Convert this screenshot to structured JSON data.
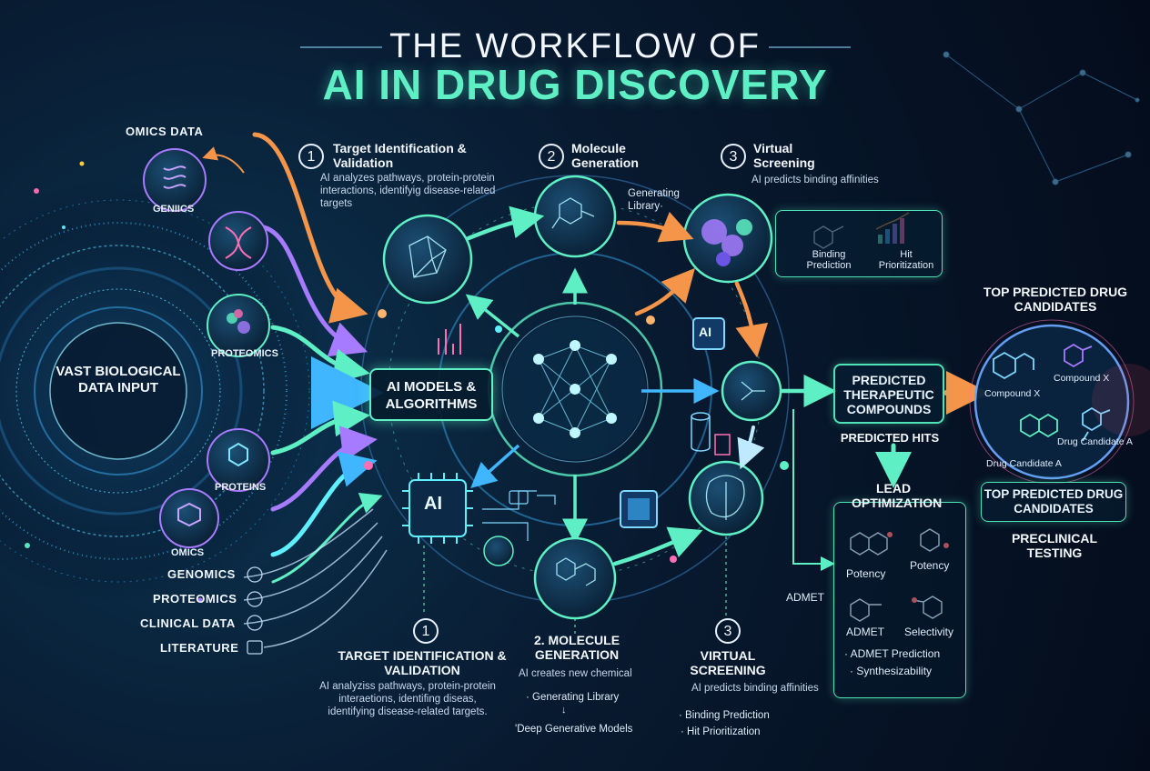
{
  "title": {
    "line1": "THE WORKFLOW OF",
    "line2": "AI IN DRUG DISCOVERY"
  },
  "input": {
    "label": "VAST BIOLOGICAL DATA INPUT"
  },
  "sources": {
    "top": "OMICS DATA",
    "nodes": [
      "GENIICS",
      "PROTEOMICS",
      "PROTEINS",
      "OMICS"
    ],
    "list": [
      "GENOMICS",
      "PROTEOMICS",
      "CLINICAL DATA",
      "LITERATURE"
    ]
  },
  "center": {
    "label": "AI MODELS & ALGORITHMS",
    "chip_label": "AI"
  },
  "steps_top": [
    {
      "num": "1",
      "title": "Target Identification & Validation",
      "desc": "AI analyzes pathways, protein-protein interactions, identifyig disease-related targets"
    },
    {
      "num": "2",
      "title": "Molecule Generation",
      "sub": "Generating Library·"
    },
    {
      "num": "3",
      "title": "Virtual Screening",
      "desc": "AI predicts binding affinities",
      "panel": [
        "Binding Prediction",
        "Hit Prioritization"
      ]
    }
  ],
  "steps_bottom": [
    {
      "num": "1",
      "title": "TARGET IDENTIFICATION & VALIDATION",
      "desc": "AI analyziss pathways, protein-protein interaetions, identifing diseas, identifying disease-related targets."
    },
    {
      "title": "2. MOLECULE GENERATION",
      "desc": "AI creates new chemical",
      "bullets": [
        "· Generating Library",
        "'Deep Generative Models"
      ]
    },
    {
      "num": "3",
      "title": "VIRTUAL SCREENING",
      "desc": "AI predicts binding affinities",
      "bullets": [
        "· Binding Prediction",
        "· Hit Prioritization"
      ]
    }
  ],
  "predicted": {
    "box": "PREDICTED THERAPEUTIC COMPOUNDS",
    "hits": "PREDICTED HITS"
  },
  "lead": {
    "title": "LEAD OPTIMIZATION",
    "side": "ADMET",
    "mol_labels": [
      "Potency",
      "Potency",
      "ADMET",
      "Selectivity"
    ],
    "bullets": [
      "· ADMET Prediction",
      "· Synthesizability"
    ]
  },
  "candidates": {
    "title": "TOP PREDICTED DRUG CANDIDATES",
    "labels": [
      "Compound X",
      "Compound X",
      "Drug Candidate A",
      "Drug Candidate A"
    ],
    "box": "TOP PREDICTED DRUG CANDIDATES",
    "final": "PRECLINICAL TESTING"
  },
  "colors": {
    "accent": "#5ef0c4",
    "orange": "#f5954a",
    "blue": "#3fb6ff",
    "purple": "#a77bff",
    "bg": "#061427"
  }
}
